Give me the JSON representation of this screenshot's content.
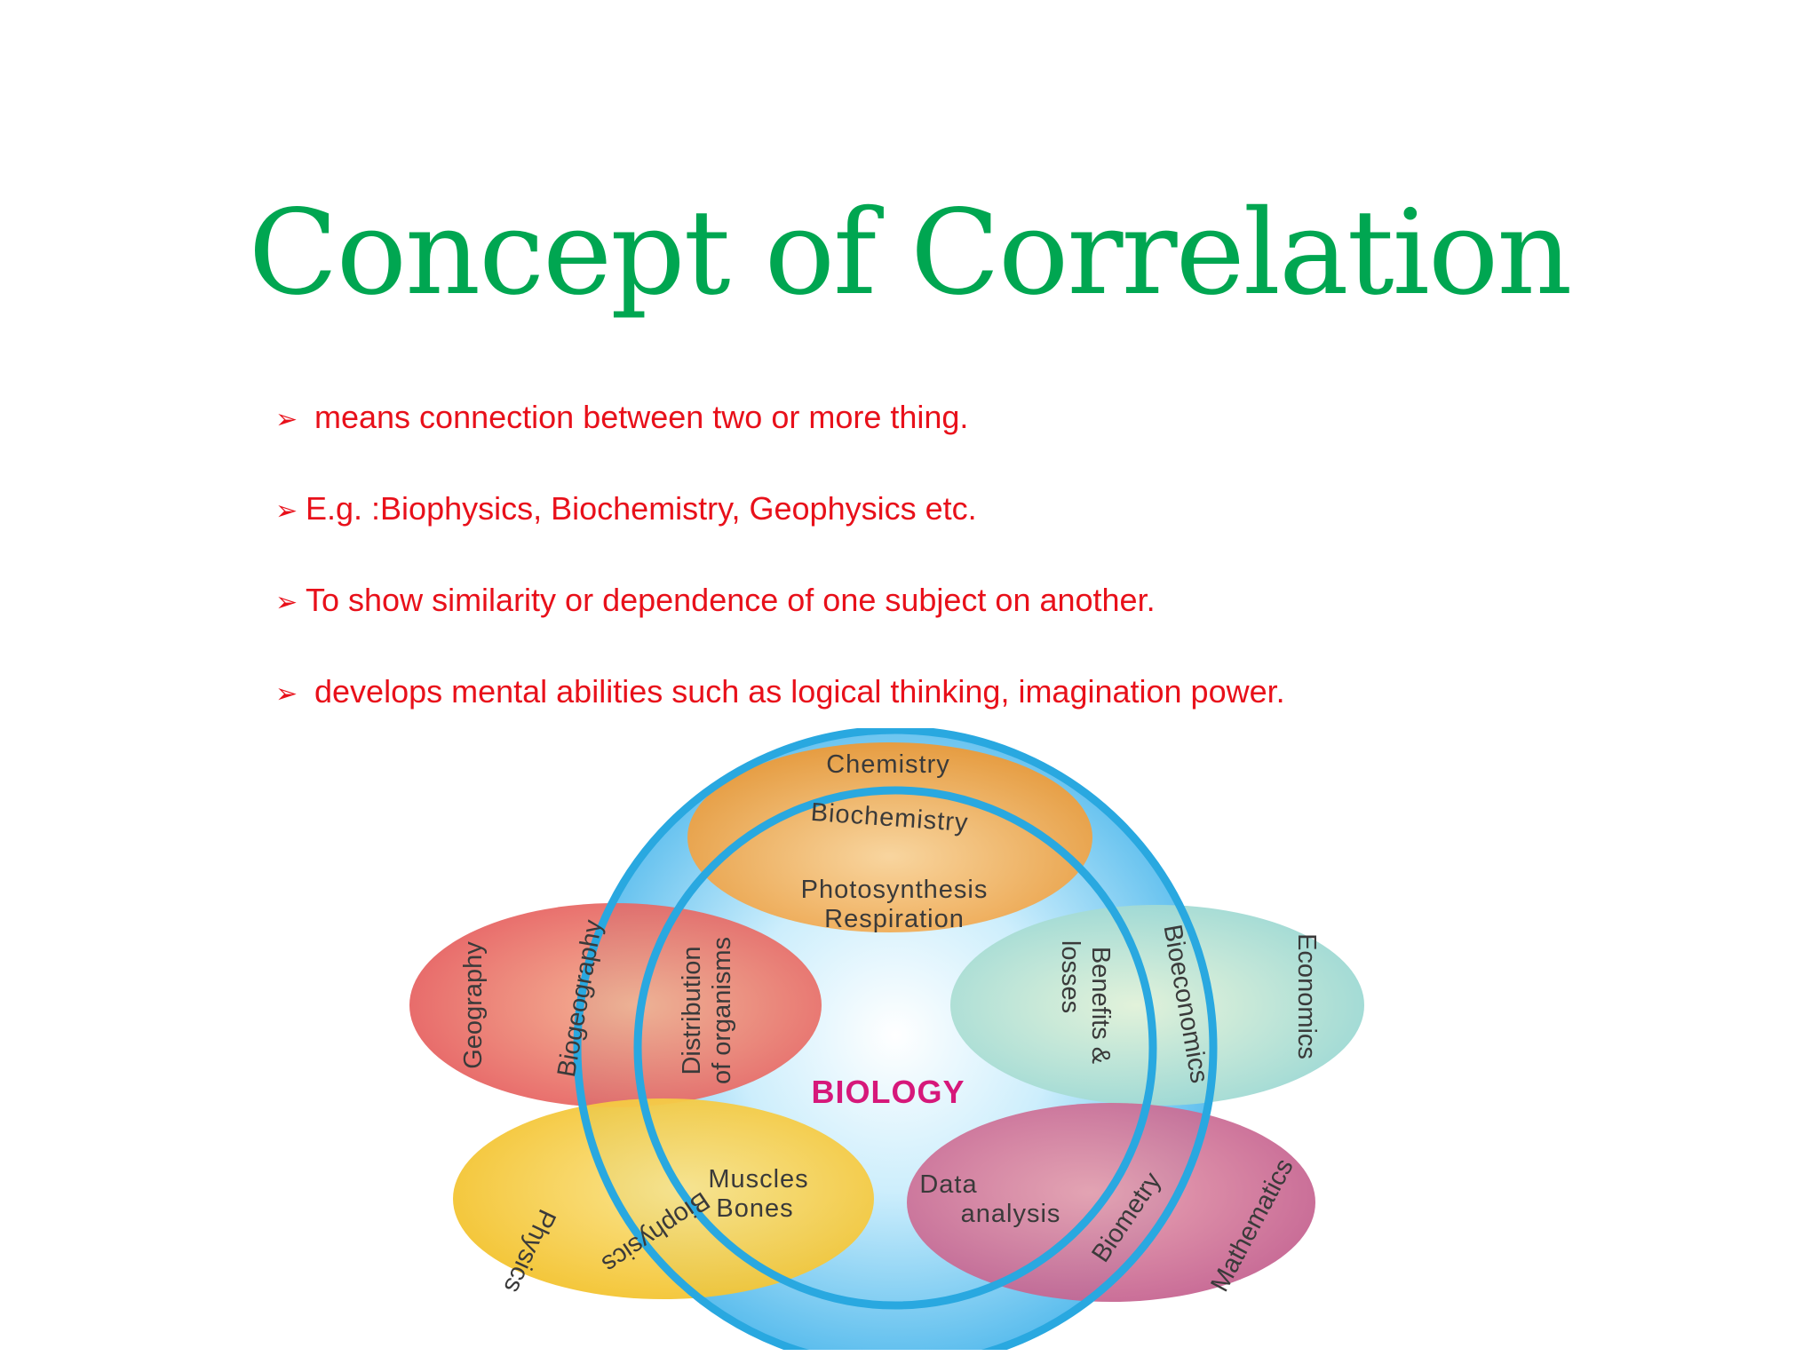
{
  "slide": {
    "title": "Concept of Correlation",
    "bullets": [
      {
        "marker": "➢",
        "text": " means connection between two or more thing."
      },
      {
        "marker": "➢",
        "text": "E.g. :Biophysics, Biochemistry, Geophysics  etc."
      },
      {
        "marker": "➢",
        "text": "To show similarity or dependence of one subject on another."
      },
      {
        "marker": "➢",
        "text": " develops mental abilities such as logical thinking, imagination power."
      }
    ]
  },
  "diagram": {
    "center_label": "BIOLOGY",
    "subjects": {
      "chemistry": "Chemistry",
      "geography": "Geography",
      "economics": "Economics",
      "physics": "Physics",
      "mathematics": "Mathematics"
    },
    "interdisciplinary": {
      "biochemistry": "Biochemistry",
      "biogeography": "Biogeography",
      "bioeconomics": "Bioeconomics",
      "biophysics": "Biophysics",
      "biometry": "Biometry"
    },
    "topics": {
      "photosynthesis": "Photosynthesis",
      "respiration": "Respiration",
      "distribution_line1": "Distribution",
      "distribution_line2": "of organisms",
      "benefits_line1": "Benefits &",
      "benefits_line2": "losses",
      "muscles": "Muscles",
      "bones": "Bones",
      "data": "Data",
      "analysis": "analysis"
    },
    "colors": {
      "title_green": "#00a651",
      "bullet_red": "#e8101a",
      "ring_blue": "#29a8e0",
      "chemistry_orange": "#f0a040",
      "geography_red": "#e8605e",
      "economics_teal": "#a8dcd0",
      "physics_yellow": "#f5cc3a",
      "mathematics_pink": "#c96a90",
      "biology_magenta": "#d6187a"
    }
  }
}
